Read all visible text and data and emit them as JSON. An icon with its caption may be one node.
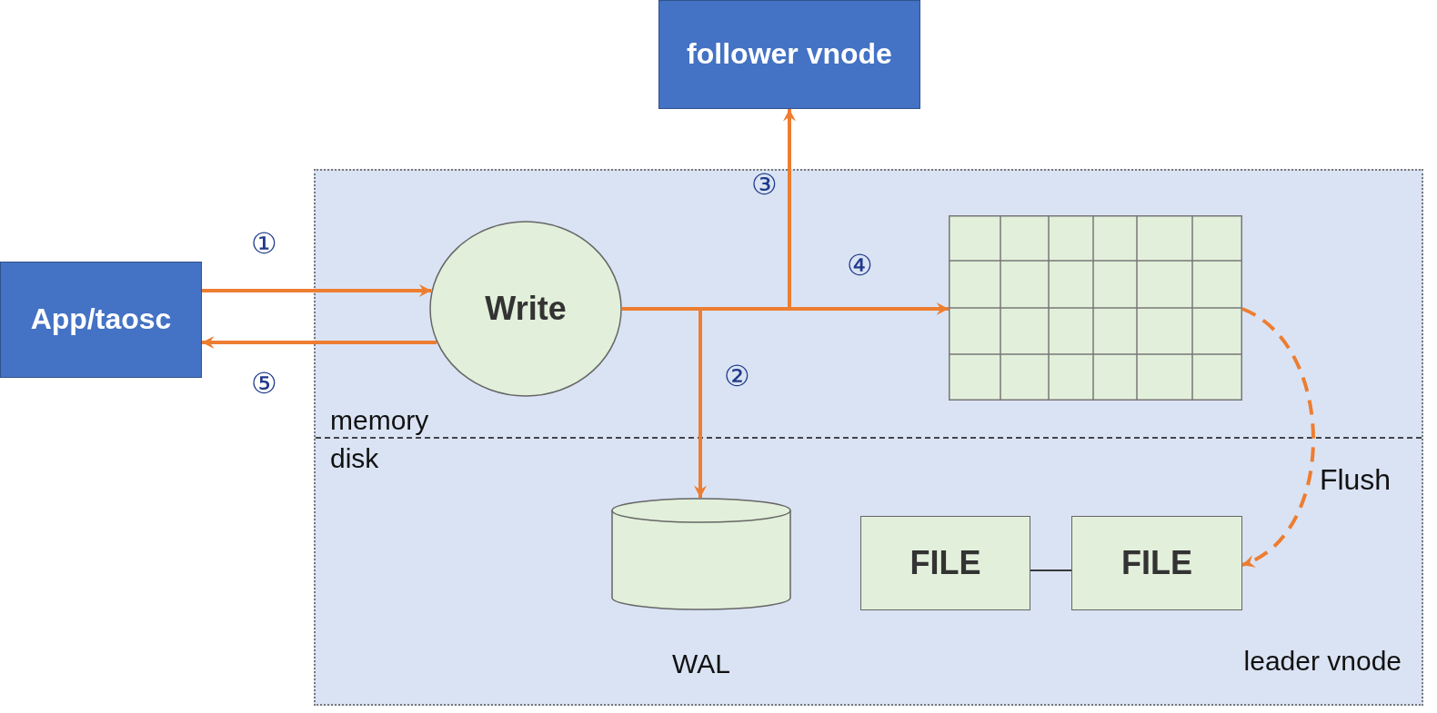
{
  "diagram": {
    "nodes": [
      {
        "text": [
          "leader vnode"
        ]
      },
      {
        "text": [
          "follower vnode"
        ]
      },
      {
        "text": [
          "App/taosc"
        ]
      },
      {
        "text": [
          "Write"
        ],
        "in": 0
      },
      {
        "text": [],
        "shape": "grid",
        "in": 0
      },
      {
        "text": [
          "WAL"
        ],
        "in": 0
      },
      {
        "text": [
          "FILE"
        ],
        "in": 0
      },
      {
        "text": [
          "FILE"
        ],
        "in": 0
      }
    ],
    "edges": [
      {
        "from": 2,
        "to": 3,
        "arrow": "to",
        "label": "①"
      },
      {
        "from": 3,
        "to": 2,
        "arrow": "to",
        "label": "⑤"
      },
      {
        "from": 3,
        "to": 5,
        "arrow": "to",
        "label": "②"
      },
      {
        "from": 3,
        "to": 1,
        "arrow": "to",
        "label": "③"
      },
      {
        "from": 3,
        "to": 4,
        "arrow": "to",
        "label": "④"
      },
      {
        "from": 4,
        "to": 7,
        "arrow": "to",
        "label": "Flush",
        "style": "dashed"
      },
      {
        "from": 6,
        "to": 7,
        "arrow": "none",
        "color": "#000000"
      }
    ],
    "labels": [
      "memory",
      "disk"
    ]
  }
}
